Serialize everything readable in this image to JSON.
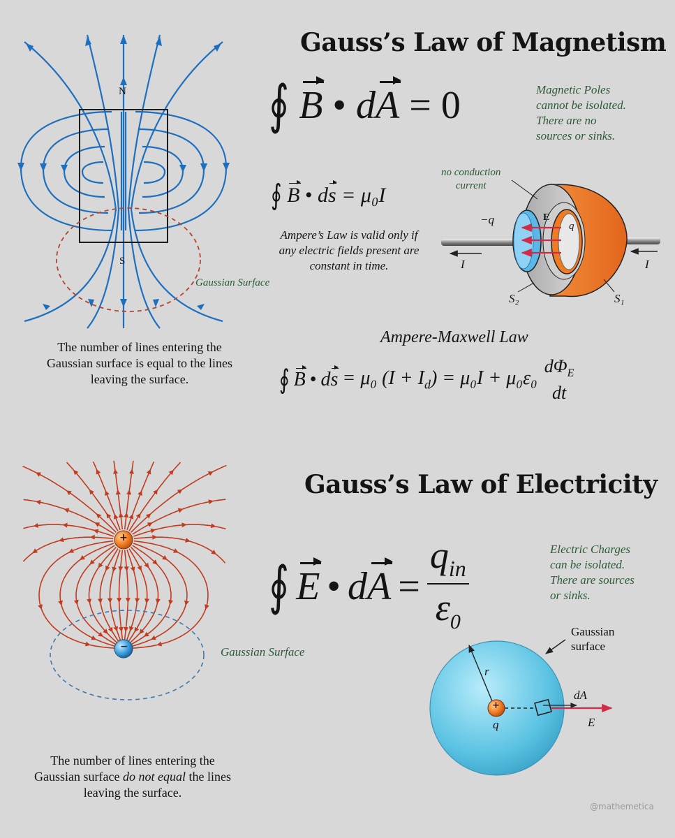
{
  "magnetism": {
    "title": "Gauss’s Law of Magnetism",
    "equation": {
      "vec_b": "B",
      "dot": "•",
      "d": "d",
      "vec_a": "A",
      "equals": "= 0"
    },
    "note": "Magnetic Poles\ncannot be isolated.\nThere are no\nsources or sinks.",
    "pole_north": "N",
    "pole_south": "S",
    "gaussian_label": "Gaussian Surface",
    "caption": [
      "The number of lines entering the",
      "Gaussian surface is equal to the lines",
      "leaving the surface."
    ]
  },
  "ampere": {
    "equation": {
      "vec_b": "B",
      "dot": "•",
      "d": "d",
      "vec_s": "s",
      "rhs": "= μ₀I"
    },
    "note": "Ampere’s Law is valid only if\nany electric fields present are\nconstant in time.",
    "capacitor": {
      "no_conduction": "no conduction\ncurrent",
      "minus_q": "−q",
      "field_e": "E",
      "plus_q": "q",
      "current_left": "I",
      "current_right": "I",
      "s2": "S₂",
      "s1": "S₁"
    }
  },
  "maxwell": {
    "title": "Ampere-Maxwell Law",
    "equation": {
      "lhs_b": "B",
      "dot": "•",
      "d": "d",
      "lhs_s": "s",
      "mid": "= μ₀ (I + I",
      "sub_d": "d",
      "mid2": ") = μ₀I + μ₀ε₀",
      "num": "dΦ",
      "num_sub": "E",
      "den": "dt"
    }
  },
  "electricity": {
    "title": "Gauss’s Law of Electricity",
    "equation": {
      "vec_e": "E",
      "dot": "•",
      "d": "d",
      "vec_a": "A",
      "equals": "=",
      "num": "q",
      "num_sub": "in",
      "den": "ε",
      "den_sub": "0"
    },
    "note": "Electric Charges\ncan be isolated.\nThere are sources\nor sinks.",
    "plus_sign": "+",
    "minus_sign": "−",
    "gaussian_label": "Gaussian Surface",
    "caption_1": "The number of lines entering the",
    "caption_2a": "Gaussian surface ",
    "caption_2b": "do not equal",
    "caption_2c": " the lines",
    "caption_3": "leaving the surface.",
    "sphere": {
      "gaussian": "Gaussian\nsurface",
      "radius": "r",
      "charge_sign": "+",
      "charge": "q",
      "da": "dA",
      "field": "E"
    }
  },
  "watermark": "@mathemetica",
  "colors": {
    "field_blue": "#1f6fc0",
    "field_red": "#c23b1f",
    "dashed": "#b4442e",
    "note_green": "#2d5a36",
    "sphere": "#5cc3e3",
    "orange": "#f07b23"
  }
}
